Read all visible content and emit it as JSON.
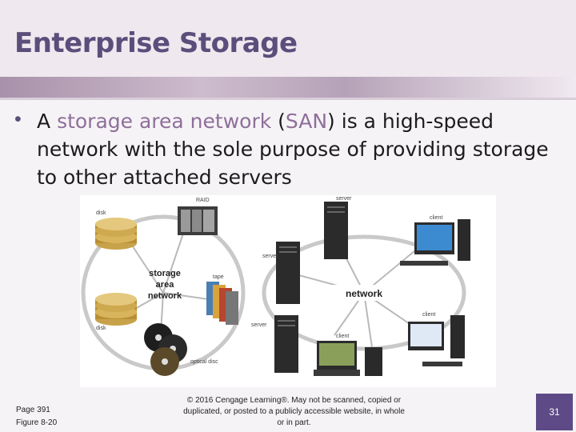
{
  "slide": {
    "title": "Enterprise Storage",
    "bullet_parts": {
      "pre": "A ",
      "term": "storage area network",
      "open": " (",
      "abbr": "SAN",
      "post": ") is a high-speed network with the sole purpose of providing storage to other attached servers"
    },
    "bullet_symbol": "•",
    "footer": {
      "page_ref": "Page 391",
      "figure_ref": "Figure 8-20",
      "copyright": "© 2016 Cengage Learning®. May not be scanned, copied or duplicated, or posted to a publicly accessible website, in whole or in part.",
      "page_number": "31"
    }
  },
  "figure": {
    "labels": {
      "disk_top": "disk",
      "raid": "RAID",
      "server_top": "server",
      "client_top": "client",
      "san_line1": "storage",
      "san_line2": "area",
      "san_line3": "network",
      "server_mid": "server",
      "tape": "tape",
      "network": "network",
      "disk_bottom": "disk",
      "server_bottom": "server",
      "client_bottom_mid": "client",
      "client_right": "client",
      "optical": "optical disc"
    }
  },
  "colors": {
    "title": "#5b4e7b",
    "accent_term": "#8e6f9a",
    "page_badge": "#5e4a86"
  }
}
